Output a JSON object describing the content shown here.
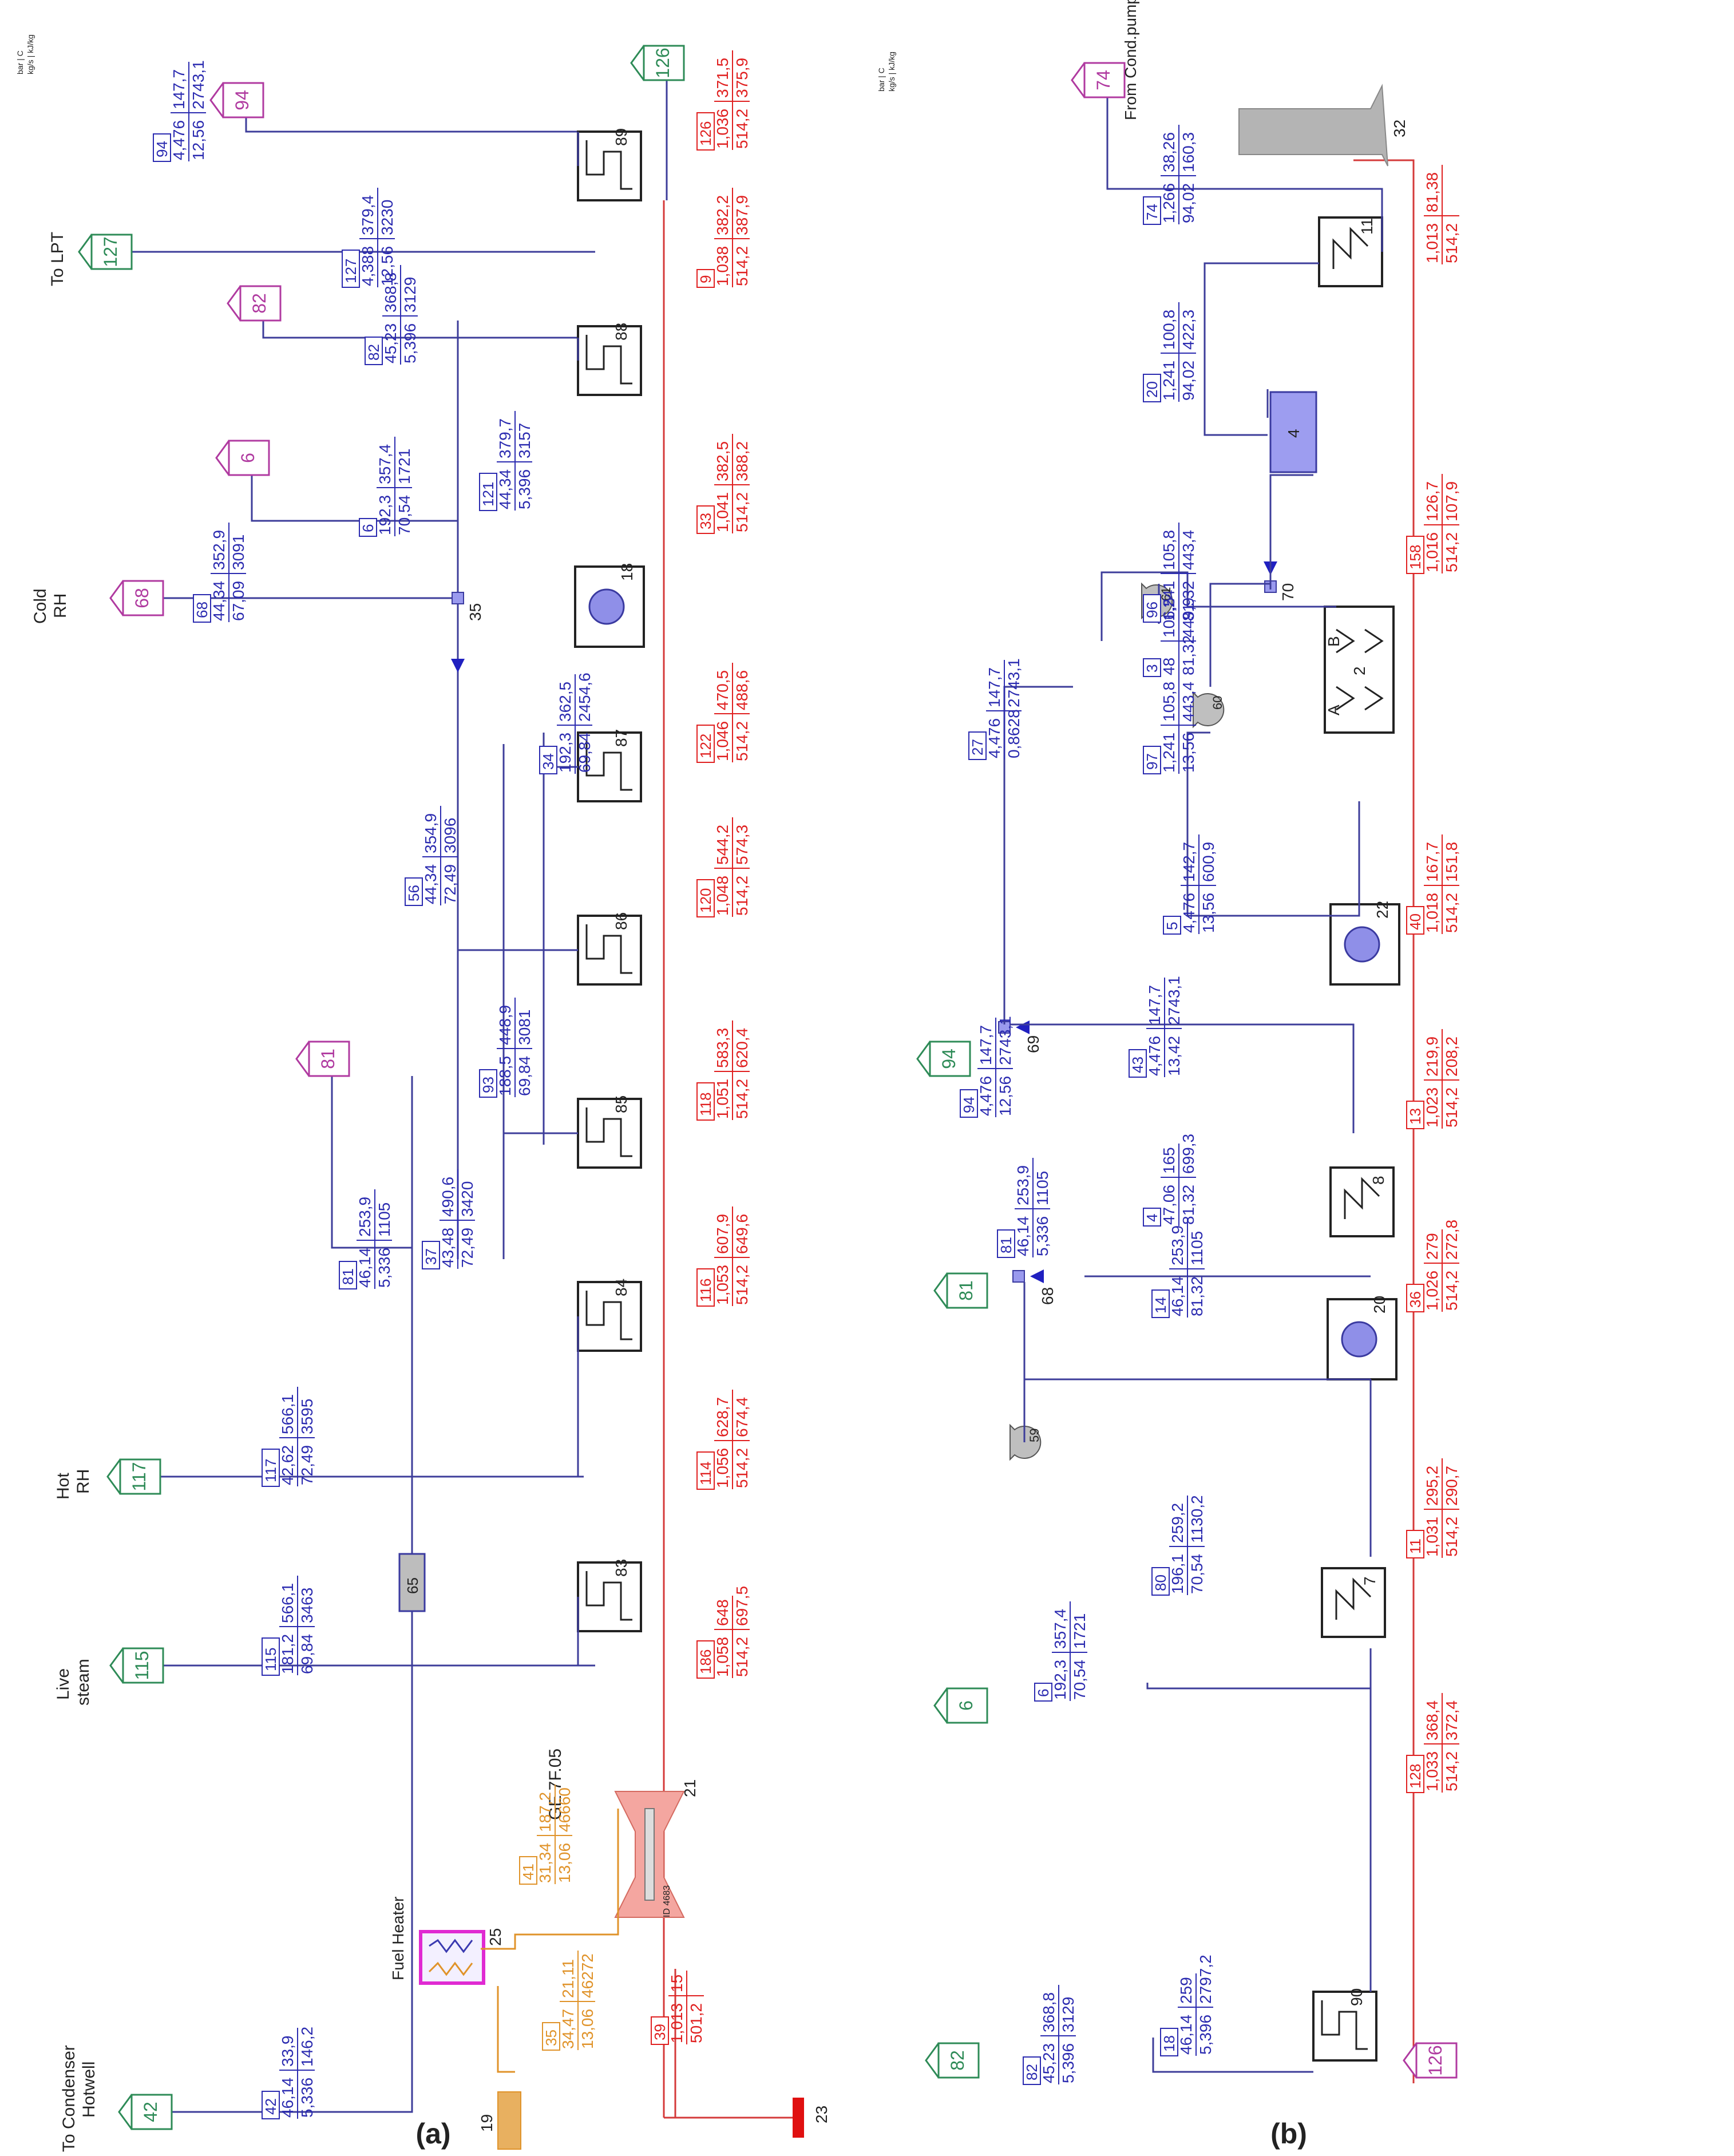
{
  "panel_a": {
    "caption": "(a)",
    "legend": [
      "bar",
      "C",
      "kg/s",
      "kJ/kg"
    ],
    "text_labels": [
      {
        "id": "t_cond",
        "text": "To Condenser Hotwell"
      },
      {
        "id": "t_live",
        "text": "Live steam"
      },
      {
        "id": "t_hot",
        "text": "Hot RH"
      },
      {
        "id": "t_cold",
        "text": "Cold RH"
      },
      {
        "id": "t_lpt",
        "text": "To LPT"
      },
      {
        "id": "t_fuelh",
        "text": "Fuel Heater"
      },
      {
        "id": "t_ge",
        "text": "GE 7F.05"
      },
      {
        "id": "t_id",
        "text": "ID 4683"
      }
    ],
    "connectors": [
      {
        "id": "c42",
        "label": "42",
        "color": "#2e8b57"
      },
      {
        "id": "c115",
        "label": "115",
        "color": "#2e8b57"
      },
      {
        "id": "c117",
        "label": "117",
        "color": "#2e8b57"
      },
      {
        "id": "c81",
        "label": "81",
        "color": "#b03aa0"
      },
      {
        "id": "c68",
        "label": "68",
        "color": "#b03aa0"
      },
      {
        "id": "c6",
        "label": "6",
        "color": "#b03aa0"
      },
      {
        "id": "c82",
        "label": "82",
        "color": "#b03aa0"
      },
      {
        "id": "c127",
        "label": "127",
        "color": "#2e8b57"
      },
      {
        "id": "c94",
        "label": "94",
        "color": "#b03aa0"
      },
      {
        "id": "c126",
        "label": "126",
        "color": "#2e8b57"
      }
    ],
    "components": [
      {
        "id": "h83",
        "label": "83",
        "type": "hx"
      },
      {
        "id": "h84",
        "label": "84",
        "type": "hx"
      },
      {
        "id": "h85",
        "label": "85",
        "type": "hx"
      },
      {
        "id": "h86",
        "label": "86",
        "type": "hx"
      },
      {
        "id": "h87",
        "label": "87",
        "type": "hx"
      },
      {
        "id": "d18",
        "label": "18",
        "type": "drum"
      },
      {
        "id": "h88",
        "label": "88",
        "type": "hx"
      },
      {
        "id": "h89",
        "label": "89",
        "type": "hx"
      },
      {
        "id": "gt21",
        "label": "21",
        "type": "turbine"
      },
      {
        "id": "fh25",
        "label": "25",
        "type": "fuelheater"
      },
      {
        "id": "v65",
        "label": "65",
        "type": "valve"
      },
      {
        "id": "m35",
        "label": "35",
        "type": "mixer"
      },
      {
        "id": "s19",
        "label": "19",
        "type": "source"
      },
      {
        "id": "s23",
        "label": "23",
        "type": "source"
      }
    ],
    "streams": [
      {
        "id": "s42",
        "num": "42",
        "values": [
          "46,14",
          "33,9",
          "5,336",
          "146,2"
        ],
        "color": "#2b2bb0"
      },
      {
        "id": "s115",
        "num": "115",
        "values": [
          "181,2",
          "566,1",
          "69,84",
          "3463"
        ],
        "color": "#2b2bb0"
      },
      {
        "id": "s117",
        "num": "117",
        "values": [
          "42,62",
          "566,1",
          "72,49",
          "3595"
        ],
        "color": "#2b2bb0"
      },
      {
        "id": "s81",
        "num": "81",
        "values": [
          "46,14",
          "253,9",
          "5,336",
          "1105"
        ],
        "color": "#2b2bb0"
      },
      {
        "id": "s37",
        "num": "37",
        "values": [
          "43,48",
          "490,6",
          "72,49",
          "3420"
        ],
        "color": "#2b2bb0"
      },
      {
        "id": "s93",
        "num": "93",
        "values": [
          "188,5",
          "448,9",
          "69,84",
          "3081"
        ],
        "color": "#2b2bb0"
      },
      {
        "id": "s56",
        "num": "56",
        "values": [
          "44,34",
          "354,9",
          "72,49",
          "3096"
        ],
        "color": "#2b2bb0"
      },
      {
        "id": "s34",
        "num": "34",
        "values": [
          "192,3",
          "362,5",
          "69,84",
          "2454,6"
        ],
        "color": "#2b2bb0"
      },
      {
        "id": "s68",
        "num": "68",
        "values": [
          "44,34",
          "352,9",
          "67,09",
          "3091"
        ],
        "color": "#2b2bb0"
      },
      {
        "id": "s6",
        "num": "6",
        "values": [
          "192,3",
          "357,4",
          "70,54",
          "1721"
        ],
        "color": "#2b2bb0"
      },
      {
        "id": "s121",
        "num": "121",
        "values": [
          "44,34",
          "379,7",
          "5,396",
          "3157"
        ],
        "color": "#2b2bb0"
      },
      {
        "id": "s82",
        "num": "82",
        "values": [
          "45,23",
          "368,8",
          "5,396",
          "3129"
        ],
        "color": "#2b2bb0"
      },
      {
        "id": "s127",
        "num": "127",
        "values": [
          "4,388",
          "379,4",
          "12,56",
          "3230"
        ],
        "color": "#2b2bb0"
      },
      {
        "id": "s94",
        "num": "94",
        "values": [
          "4,476",
          "147,7",
          "12,56",
          "2743,1"
        ],
        "color": "#2b2bb0"
      },
      {
        "id": "s35",
        "num": "35",
        "values": [
          "34,47",
          "21,11",
          "13,06",
          "46272"
        ],
        "color": "#e0932a"
      },
      {
        "id": "s41",
        "num": "41",
        "values": [
          "31,34",
          "187,2",
          "13,06",
          "46660"
        ],
        "color": "#e0932a"
      },
      {
        "id": "s39",
        "num": "39",
        "values": [
          "1,013",
          "15",
          "501,2",
          ""
        ],
        "color": "#e02020"
      },
      {
        "id": "s186",
        "num": "186",
        "values": [
          "1,058",
          "648",
          "514,2",
          "697,5"
        ],
        "color": "#e02020"
      },
      {
        "id": "s114",
        "num": "114",
        "values": [
          "1,056",
          "628,7",
          "514,2",
          "674,4"
        ],
        "color": "#e02020"
      },
      {
        "id": "s116",
        "num": "116",
        "values": [
          "1,053",
          "607,9",
          "514,2",
          "649,6"
        ],
        "color": "#e02020"
      },
      {
        "id": "s118",
        "num": "118",
        "values": [
          "1,051",
          "583,3",
          "514,2",
          "620,4"
        ],
        "color": "#e02020"
      },
      {
        "id": "s120",
        "num": "120",
        "values": [
          "1,048",
          "544,2",
          "514,2",
          "574,3"
        ],
        "color": "#e02020"
      },
      {
        "id": "s122",
        "num": "122",
        "values": [
          "1,046",
          "470,5",
          "514,2",
          "488,6"
        ],
        "color": "#e02020"
      },
      {
        "id": "s33",
        "num": "33",
        "values": [
          "1,041",
          "382,5",
          "514,2",
          "388,2"
        ],
        "color": "#e02020"
      },
      {
        "id": "s9",
        "num": "9",
        "values": [
          "1,038",
          "382,2",
          "514,2",
          "387,9"
        ],
        "color": "#e02020"
      },
      {
        "id": "s126",
        "num": "126",
        "values": [
          "1,036",
          "371,5",
          "514,2",
          "375,9"
        ],
        "color": "#e02020"
      }
    ]
  },
  "panel_b": {
    "caption": "(b)",
    "legend": [
      "bar",
      "C",
      "kg/s",
      "kJ/kg"
    ],
    "text_labels": [
      {
        "id": "t_fromcond",
        "text": "From Cond.pump"
      }
    ],
    "connectors": [
      {
        "id": "c82b",
        "label": "82",
        "color": "#2e8b57"
      },
      {
        "id": "c126b",
        "label": "126",
        "color": "#b03aa0"
      },
      {
        "id": "c6b",
        "label": "6",
        "color": "#2e8b57"
      },
      {
        "id": "c81b",
        "label": "81",
        "color": "#2e8b57"
      },
      {
        "id": "c94b",
        "label": "94",
        "color": "#2e8b57"
      },
      {
        "id": "c74b",
        "label": "74",
        "color": "#b03aa0"
      }
    ],
    "components": [
      {
        "id": "b90",
        "label": "90",
        "type": "hx"
      },
      {
        "id": "b7",
        "label": "7",
        "type": "coil"
      },
      {
        "id": "b20",
        "label": "20",
        "type": "drum"
      },
      {
        "id": "b8",
        "label": "8",
        "type": "coil"
      },
      {
        "id": "b22",
        "label": "22",
        "type": "drum"
      },
      {
        "id": "b2",
        "label": "2",
        "type": "dual"
      },
      {
        "id": "b11",
        "label": "11",
        "type": "coil"
      },
      {
        "id": "b4",
        "label": "4",
        "type": "tank"
      },
      {
        "id": "b32",
        "label": "32",
        "type": "stack"
      },
      {
        "id": "p59",
        "label": "59",
        "type": "pump"
      },
      {
        "id": "p60",
        "label": "60",
        "type": "pump"
      },
      {
        "id": "p61",
        "label": "61",
        "type": "pump"
      },
      {
        "id": "m68",
        "label": "68",
        "type": "mixer"
      },
      {
        "id": "m69",
        "label": "69",
        "type": "mixer"
      },
      {
        "id": "m70",
        "label": "70",
        "type": "mixer"
      }
    ],
    "streams": [
      {
        "id": "b_s82",
        "num": "82",
        "values": [
          "45,23",
          "368,8",
          "5,396",
          "3129"
        ],
        "color": "#2b2bb0"
      },
      {
        "id": "b_s18",
        "num": "18",
        "values": [
          "46,14",
          "259",
          "5,396",
          "2797,2"
        ],
        "color": "#2b2bb0"
      },
      {
        "id": "b_s6",
        "num": "6",
        "values": [
          "192,3",
          "357,4",
          "70,54",
          "1721"
        ],
        "color": "#2b2bb0"
      },
      {
        "id": "b_s80",
        "num": "80",
        "values": [
          "196,1",
          "259,2",
          "70,54",
          "1130,2"
        ],
        "color": "#2b2bb0"
      },
      {
        "id": "b_s14",
        "num": "14",
        "values": [
          "46,14",
          "253,9",
          "81,32",
          "1105"
        ],
        "color": "#2b2bb0"
      },
      {
        "id": "b_s81",
        "num": "81",
        "values": [
          "46,14",
          "253,9",
          "5,336",
          "1105"
        ],
        "color": "#2b2bb0"
      },
      {
        "id": "b_s4",
        "num": "4",
        "values": [
          "47,06",
          "165",
          "81,32",
          "699,3"
        ],
        "color": "#2b2bb0"
      },
      {
        "id": "b_s94",
        "num": "94",
        "values": [
          "4,476",
          "147,7",
          "12,56",
          "2743,1"
        ],
        "color": "#2b2bb0"
      },
      {
        "id": "b_s43",
        "num": "43",
        "values": [
          "4,476",
          "147,7",
          "13,42",
          "2743,1"
        ],
        "color": "#2b2bb0"
      },
      {
        "id": "b_s5",
        "num": "5",
        "values": [
          "4,476",
          "142,7",
          "13,56",
          "600,9"
        ],
        "color": "#2b2bb0"
      },
      {
        "id": "b_s27",
        "num": "27",
        "values": [
          "4,476",
          "147,7",
          "0,8628",
          "2743,1"
        ],
        "color": "#2b2bb0"
      },
      {
        "id": "b_s3",
        "num": "3",
        "values": [
          "48",
          "106,5",
          "81,32",
          "449,9"
        ],
        "color": "#2b2bb0"
      },
      {
        "id": "b_s97",
        "num": "97",
        "values": [
          "1,241",
          "105,8",
          "13,56",
          "443,4"
        ],
        "color": "#2b2bb0"
      },
      {
        "id": "b_s96",
        "num": "96",
        "values": [
          "1,241",
          "105,8",
          "81,32",
          "443,4"
        ],
        "color": "#2b2bb0"
      },
      {
        "id": "b_s20",
        "num": "20",
        "values": [
          "1,241",
          "100,8",
          "94,02",
          "422,3"
        ],
        "color": "#2b2bb0"
      },
      {
        "id": "b_s74",
        "num": "74",
        "values": [
          "1,266",
          "38,26",
          "94,02",
          "160,3"
        ],
        "color": "#2b2bb0"
      },
      {
        "id": "b_s128",
        "num": "128",
        "values": [
          "1,033",
          "368,4",
          "514,2",
          "372,4"
        ],
        "color": "#e02020"
      },
      {
        "id": "b_s11",
        "num": "11",
        "values": [
          "1,031",
          "295,2",
          "514,2",
          "290,7"
        ],
        "color": "#e02020"
      },
      {
        "id": "b_s36",
        "num": "36",
        "values": [
          "1,026",
          "279",
          "514,2",
          "272,8"
        ],
        "color": "#e02020"
      },
      {
        "id": "b_s13",
        "num": "13",
        "values": [
          "1,023",
          "219,9",
          "514,2",
          "208,2"
        ],
        "color": "#e02020"
      },
      {
        "id": "b_s40",
        "num": "40",
        "values": [
          "1,018",
          "167,7",
          "514,2",
          "151,8"
        ],
        "color": "#e02020"
      },
      {
        "id": "b_s158",
        "num": "158",
        "values": [
          "1,016",
          "126,7",
          "514,2",
          "107,9"
        ],
        "color": "#e02020"
      },
      {
        "id": "b_s32",
        "num": "",
        "values": [
          "1,013",
          "81,38",
          "514,2",
          ""
        ],
        "color": "#e02020"
      }
    ]
  }
}
